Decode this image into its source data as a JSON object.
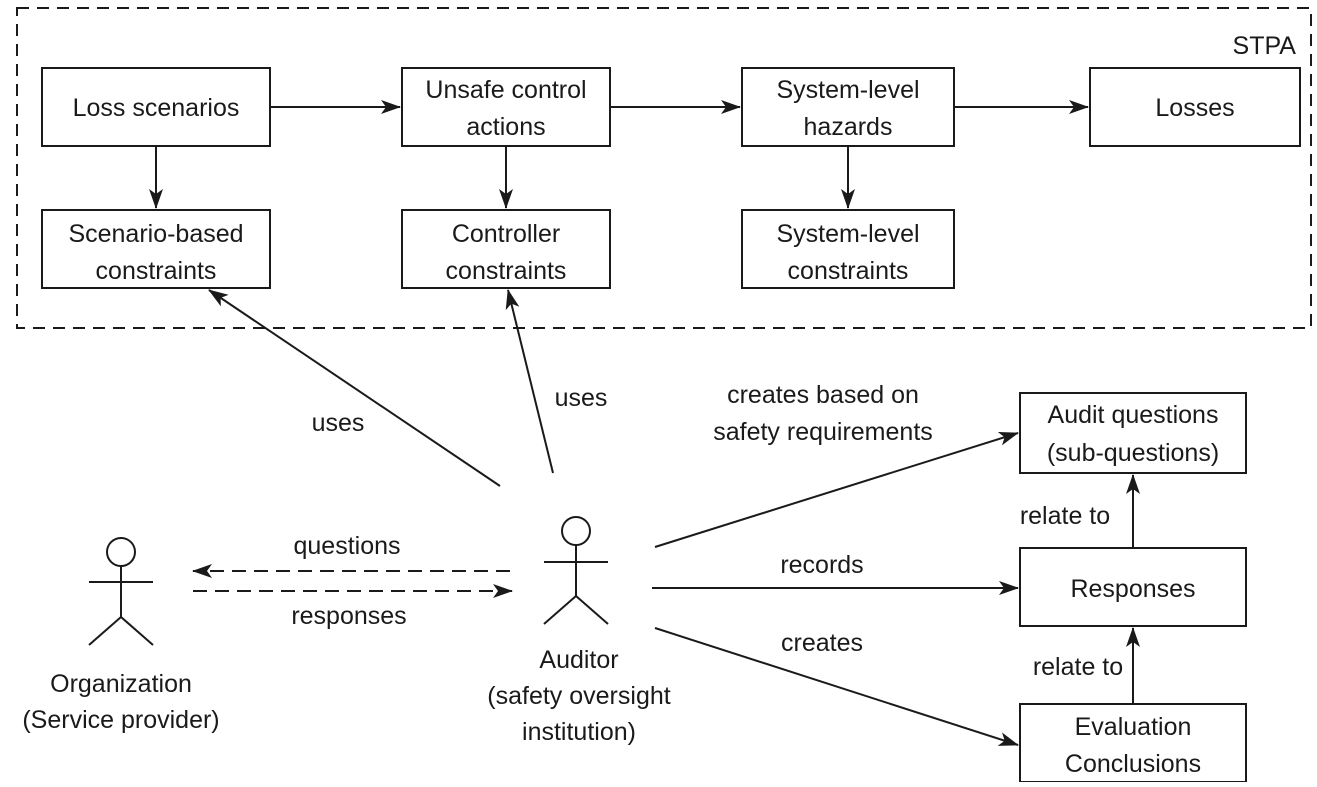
{
  "frame": {
    "title": "STPA"
  },
  "boxes": {
    "loss_scenarios": [
      "Loss scenarios"
    ],
    "unsafe_control_actions": [
      "Unsafe control",
      "actions"
    ],
    "system_level_hazards": [
      "System-level",
      "hazards"
    ],
    "losses": [
      "Losses"
    ],
    "scenario_based_constraints": [
      "Scenario-based",
      "constraints"
    ],
    "controller_constraints": [
      "Controller",
      "constraints"
    ],
    "system_level_constraints": [
      "System-level",
      "constraints"
    ],
    "audit_questions": [
      "Audit questions",
      "(sub-questions)"
    ],
    "responses": [
      "Responses"
    ],
    "evaluation_conclusions": [
      "Evaluation",
      "Conclusions"
    ]
  },
  "actors": {
    "organization": [
      "Organization",
      "(Service provider)"
    ],
    "auditor": [
      "Auditor",
      "(safety oversight",
      "institution)"
    ]
  },
  "edge_labels": {
    "uses_left": "uses",
    "uses_right": "uses",
    "creates_based_on": [
      "creates based on",
      "safety requirements"
    ],
    "records": "records",
    "creates": "creates",
    "relate_to_upper": "relate to",
    "relate_to_lower": "relate to",
    "questions": "questions",
    "responses": "responses"
  },
  "colors": {
    "stroke": "#1a1a1a",
    "background": "#ffffff"
  }
}
